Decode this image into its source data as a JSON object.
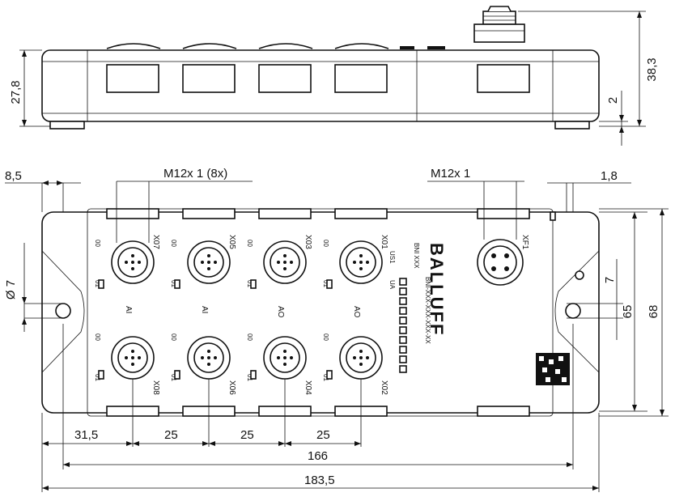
{
  "side_view": {
    "height_body": "27,8",
    "height_total": "38,3",
    "offset": "2"
  },
  "top_view": {
    "connector_spec_ports": "M12x 1 (8x)",
    "connector_spec_power": "M12x 1",
    "dim_left_offset": "8,5",
    "dim_right_offset": "1,8",
    "dim_hole_diameter": "Ø 7",
    "dim_hole_small": "7",
    "dim_height_65": "65",
    "dim_height_68": "68",
    "dim_first_port": "31,5",
    "dim_pitch": [
      "25",
      "25",
      "25"
    ],
    "dim_hole_spacing": "166",
    "dim_total_length": "183,5",
    "ports_top": [
      "X07",
      "X05",
      "X03",
      "X01"
    ],
    "ports_bottom": [
      "X08",
      "X06",
      "X04",
      "X02"
    ],
    "power_port": "XF1",
    "port_type_labels": [
      "AI",
      "AI",
      "AO",
      "AO"
    ],
    "pin_marks": [
      "00",
      "01"
    ],
    "status_labels": [
      "US1",
      "UA"
    ],
    "model_text": [
      "BNI XXX",
      "BNI-XXX-XXX-XXX-XX"
    ],
    "brand": "BALLUFF"
  }
}
